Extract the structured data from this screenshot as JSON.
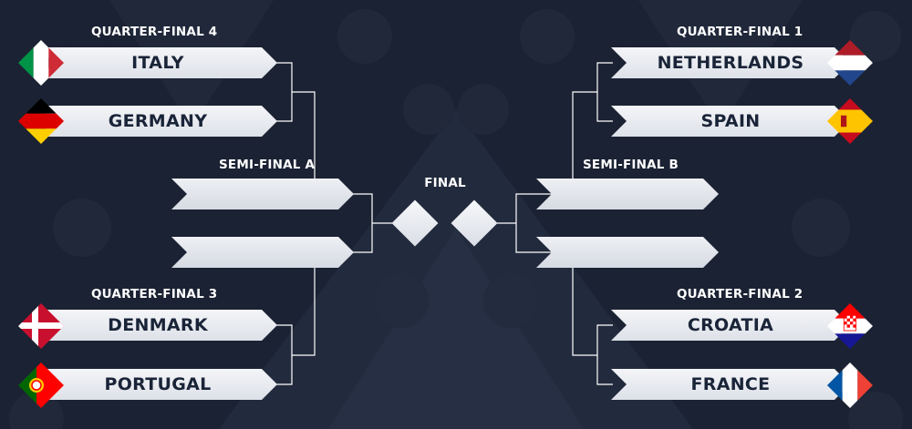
{
  "rounds": {
    "qf4": "QUARTER-FINAL 4",
    "qf1": "QUARTER-FINAL 1",
    "qf3": "QUARTER-FINAL 3",
    "qf2": "QUARTER-FINAL 2",
    "sfa": "SEMI-FINAL A",
    "sfb": "SEMI-FINAL B",
    "final": "FINAL"
  },
  "teams": {
    "italy": "ITALY",
    "germany": "GERMANY",
    "denmark": "DENMARK",
    "portugal": "PORTUGAL",
    "netherlands": "NETHERLANDS",
    "spain": "SPAIN",
    "croatia": "CROATIA",
    "france": "FRANCE"
  },
  "flags": {
    "italy": "italy-flag-icon",
    "germany": "germany-flag-icon",
    "denmark": "denmark-flag-icon",
    "portugal": "portugal-flag-icon",
    "netherlands": "netherlands-flag-icon",
    "spain": "spain-flag-icon",
    "croatia": "croatia-flag-icon",
    "france": "france-flag-icon"
  },
  "colors": {
    "background": "#1b2233",
    "slot": "#e8ebf0",
    "team_text": "#1a2438",
    "label_text": "#ffffff",
    "connector": "#ffffff"
  }
}
